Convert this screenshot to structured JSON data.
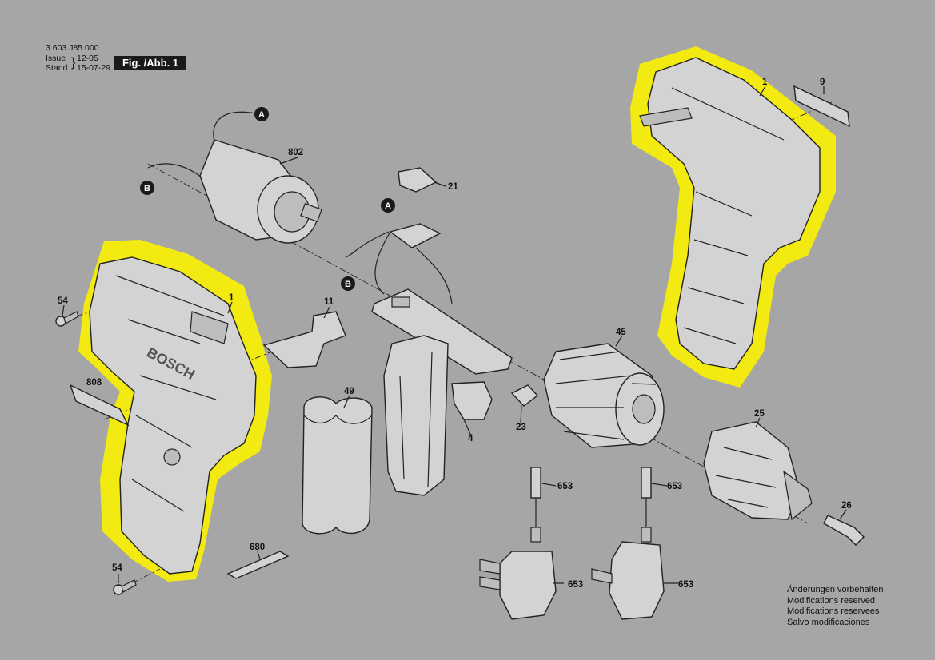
{
  "header": {
    "doc_number": "3 603 J85 000",
    "issue_label": "Issue",
    "issue_value": "12-05",
    "stand_label": "Stand",
    "stand_value": "15-07-29",
    "figure_label": "Fig. /Abb. 1"
  },
  "parts": {
    "motor": "802",
    "housing_right": "1",
    "nameplate": "9",
    "housing_left": "1",
    "screw_top": "54",
    "screw_bottom": "54",
    "switch_cap": "21",
    "direction_slider": "11",
    "battery": "49",
    "trigger": "4",
    "lock_lever": "23",
    "gearbox": "45",
    "chuck": "25",
    "chuck_screw": "26",
    "label": "808",
    "bit": "680",
    "charger_cable_1": "653",
    "charger_cable_2": "653",
    "charger_1": "653",
    "charger_2": "653"
  },
  "markers": {
    "a1": "A",
    "b1": "B",
    "a2": "A",
    "b2": "B"
  },
  "notes": [
    "Änderungen vorbehalten",
    "Modifications reserved",
    "Modifications reservees",
    "Salvo modificaciones"
  ],
  "colors": {
    "highlight": "#f2ea10",
    "background": "#a6a6a6"
  }
}
